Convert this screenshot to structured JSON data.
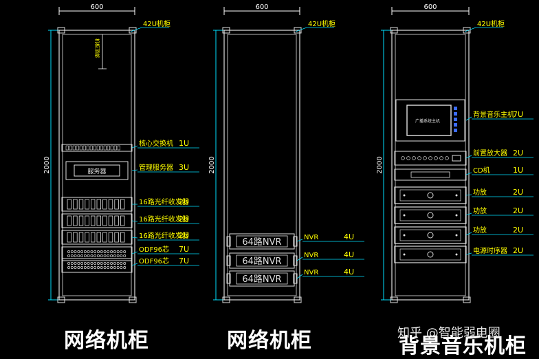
{
  "colors": {
    "dim": "#ffffff",
    "frame": "#e0e0e0",
    "cyan": "#00e0ff",
    "label": "#ffff00",
    "body": "#c8c8c8",
    "title": "#ffffff"
  },
  "cabinets": [
    {
      "title": "网络机柜",
      "width_dim": "600",
      "height_dim": "2000",
      "top_label": "42U机柜",
      "vertical_note": "机柜顶部",
      "devices": [
        {
          "type": "switch",
          "inner": "",
          "label": "核心交换机",
          "units": "1U"
        },
        {
          "type": "screen",
          "inner": "服务器",
          "label": "管理服务器",
          "units": "3U"
        },
        {
          "type": "patch",
          "inner": "",
          "label": "16路光纤收发器",
          "units": "2U"
        },
        {
          "type": "patch",
          "inner": "",
          "label": "16路光纤收发器",
          "units": "2U"
        },
        {
          "type": "patch",
          "inner": "",
          "label": "16路光纤收发器",
          "units": "2U"
        },
        {
          "type": "odf",
          "inner": "",
          "label": "ODF96芯",
          "units": "7U"
        },
        {
          "type": "odf",
          "inner": "",
          "label": "ODF96芯",
          "units": "7U"
        }
      ]
    },
    {
      "title": "网络机柜",
      "width_dim": "600",
      "height_dim": "2000",
      "top_label": "42U机柜",
      "devices": [
        {
          "type": "nvr",
          "inner": "64路NVR",
          "label": "NVR",
          "units": "4U"
        },
        {
          "type": "nvr",
          "inner": "64路NVR",
          "label": "NVR",
          "units": "4U"
        },
        {
          "type": "nvr",
          "inner": "64路NVR",
          "label": "NVR",
          "units": "4U"
        }
      ]
    },
    {
      "title": "背景音乐机柜",
      "width_dim": "600",
      "height_dim": "2000",
      "top_label": "42U机柜",
      "devices": [
        {
          "type": "monitor",
          "inner": "广播系统主机",
          "label": "背景音乐主机",
          "units": "7U"
        },
        {
          "type": "mixer",
          "inner": "",
          "label": "前置放大器",
          "units": "2U"
        },
        {
          "type": "cd",
          "inner": "",
          "label": "CD机",
          "units": "1U"
        },
        {
          "type": "amp",
          "inner": "",
          "label": "功放",
          "units": "2U"
        },
        {
          "type": "amp",
          "inner": "",
          "label": "功放",
          "units": "2U"
        },
        {
          "type": "amp",
          "inner": "",
          "label": "功放",
          "units": "2U"
        },
        {
          "type": "amp",
          "inner": "",
          "label": "电源时序器",
          "units": "2U"
        }
      ]
    }
  ],
  "watermark": "知乎 @智能弱电圈"
}
